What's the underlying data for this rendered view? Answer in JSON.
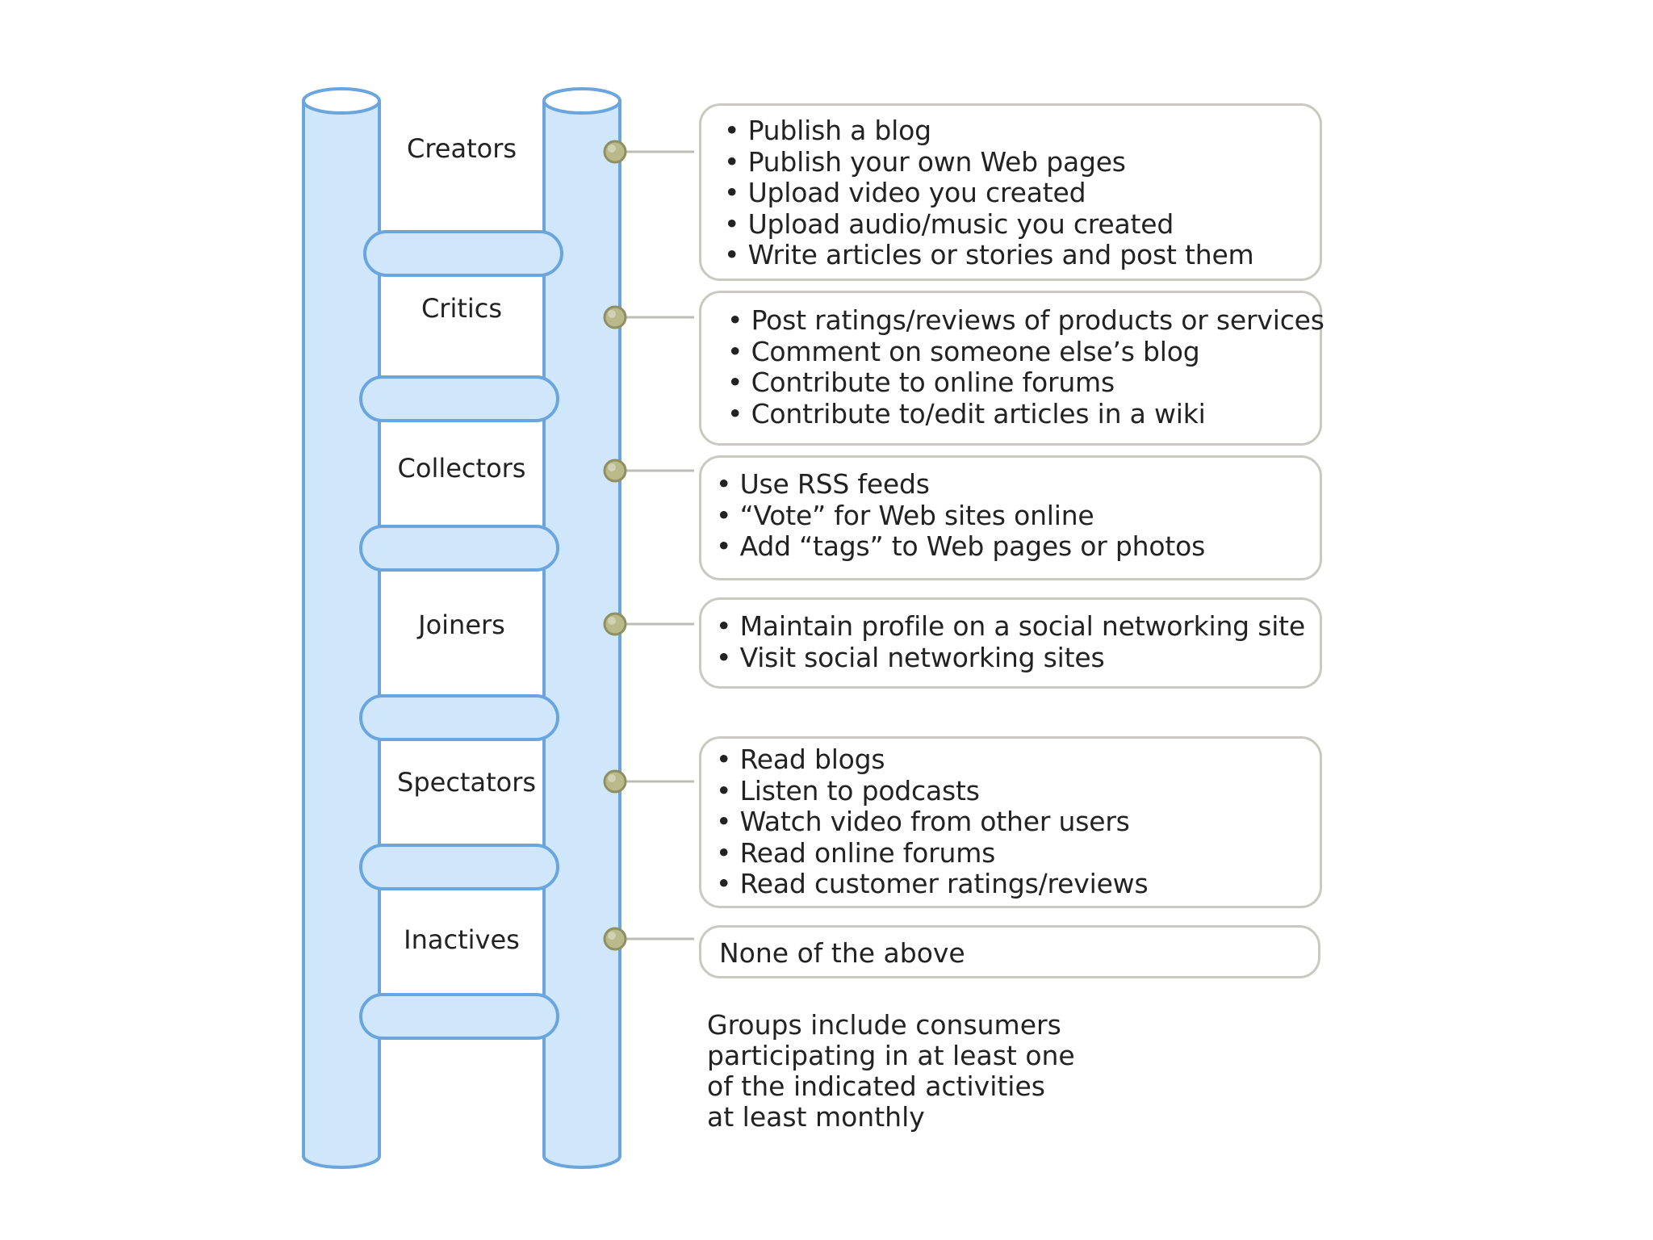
{
  "colors": {
    "rail_fill": "#cfe6fb",
    "rail_stroke": "#6aa5dd",
    "connector_dot": "#b9b98a",
    "connector_dot_ring": "#8f8f62",
    "box_border": "#c9c9c2"
  },
  "groups": [
    {
      "label": "Creators",
      "activities": [
        "Publish a blog",
        "Publish your own Web pages",
        "Upload video you created",
        "Upload audio/music you created",
        "Write articles or stories and post them"
      ]
    },
    {
      "label": "Critics",
      "activities": [
        "Post ratings/reviews of products or services",
        "Comment on someone else’s blog",
        "Contribute to online forums",
        "Contribute to/edit articles in a wiki"
      ]
    },
    {
      "label": "Collectors",
      "activities": [
        "Use RSS feeds",
        "“Vote” for Web sites online",
        "Add “tags” to Web pages or photos"
      ]
    },
    {
      "label": "Joiners",
      "activities": [
        "Maintain profile on a social networking site",
        "Visit social networking sites"
      ]
    },
    {
      "label": "Spectators",
      "activities": [
        "Read blogs",
        "Listen to podcasts",
        "Watch video from other users",
        "Read online forums",
        "Read customer ratings/reviews"
      ]
    },
    {
      "label": "Inactives",
      "text": "None of the above"
    }
  ],
  "footnote": "Groups include consumers participating in at least one of the indicated activities at least monthly"
}
